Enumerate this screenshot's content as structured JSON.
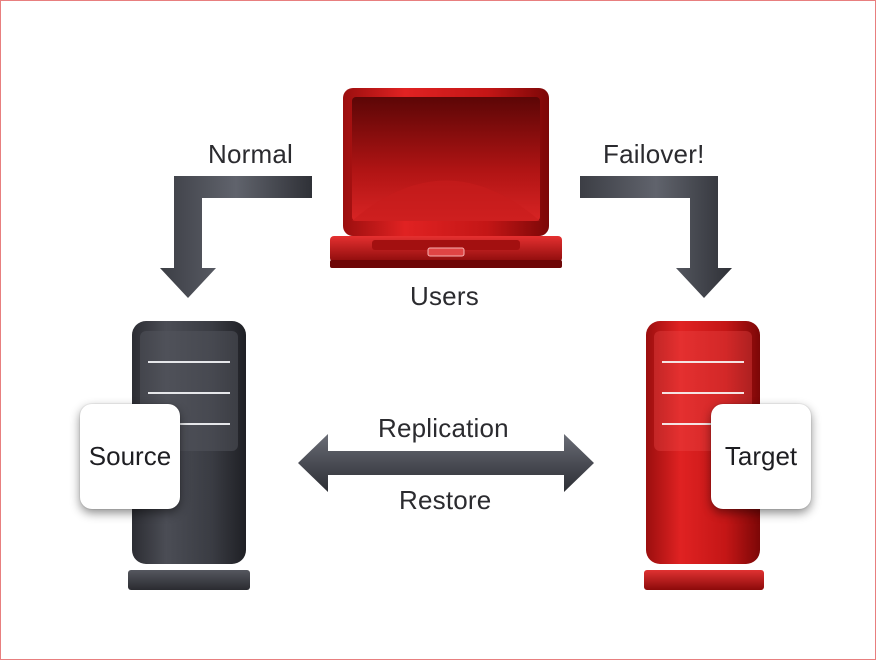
{
  "labels": {
    "normal": "Normal",
    "failover": "Failover!",
    "users": "Users",
    "replication": "Replication",
    "restore": "Restore",
    "source": "Source",
    "target": "Target"
  },
  "colors": {
    "accent_red": "#d81e1e",
    "dark_server": "#3b3d44",
    "arrow_gray": "#4a4c54",
    "frame_border": "#e87f7f"
  },
  "icons": {
    "users_device": "laptop-icon",
    "source_device": "server-tower-icon",
    "target_device": "server-tower-icon"
  }
}
